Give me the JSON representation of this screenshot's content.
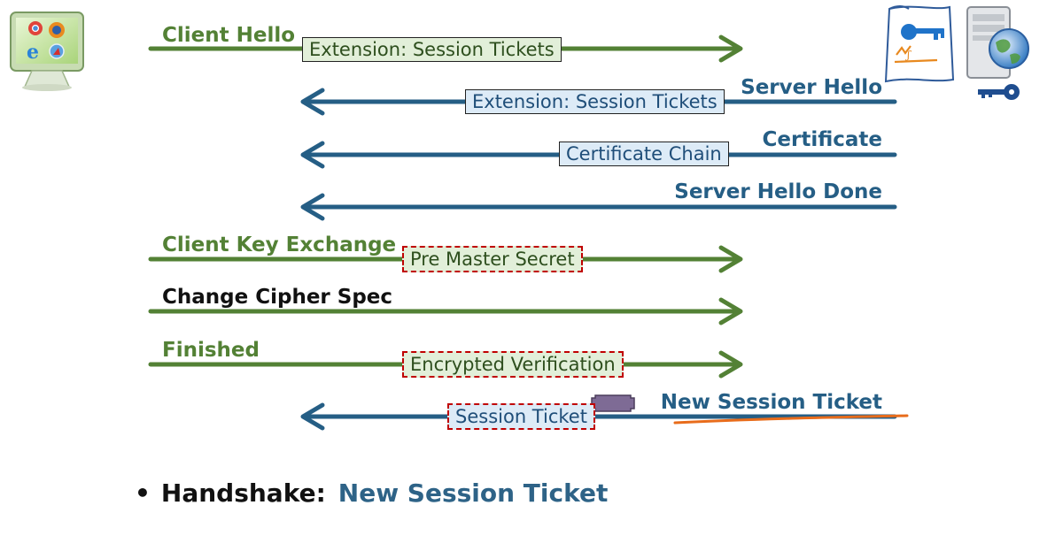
{
  "messages": [
    {
      "label": "Client Hello",
      "extension": "Extension: Session Tickets",
      "direction": "client-to-server",
      "color": "#538135"
    },
    {
      "label": "Server Hello",
      "extension": "Extension: Session Tickets",
      "direction": "server-to-client",
      "color": "#255e85"
    },
    {
      "label": "Certificate",
      "extension": "Certificate Chain",
      "direction": "server-to-client",
      "color": "#255e85"
    },
    {
      "label": "Server Hello Done",
      "direction": "server-to-client",
      "color": "#255e85"
    },
    {
      "label": "Client Key Exchange",
      "extension": "Pre Master Secret",
      "direction": "client-to-server",
      "color": "#538135",
      "encrypted": true
    },
    {
      "label": "Change Cipher Spec",
      "direction": "client-to-server",
      "color": "#538135"
    },
    {
      "label": "Finished",
      "extension": "Encrypted Verification",
      "direction": "client-to-server",
      "color": "#538135",
      "encrypted": true
    },
    {
      "label": "New Session Ticket",
      "extension": "Session Ticket",
      "direction": "server-to-client",
      "color": "#255e85",
      "encrypted": true,
      "highlighted": true
    }
  ],
  "icons": {
    "client": "computer-with-browsers-icon",
    "server": "server-with-certificate-and-key-icon",
    "ticket": "ticket-icon"
  },
  "colors": {
    "client_arrow": "#538135",
    "server_arrow": "#255e85",
    "dashed_border": "#c00000",
    "highlight_underline": "#e86c1b"
  },
  "bullet": {
    "key": "Handshake:",
    "value": "New Session Ticket"
  }
}
